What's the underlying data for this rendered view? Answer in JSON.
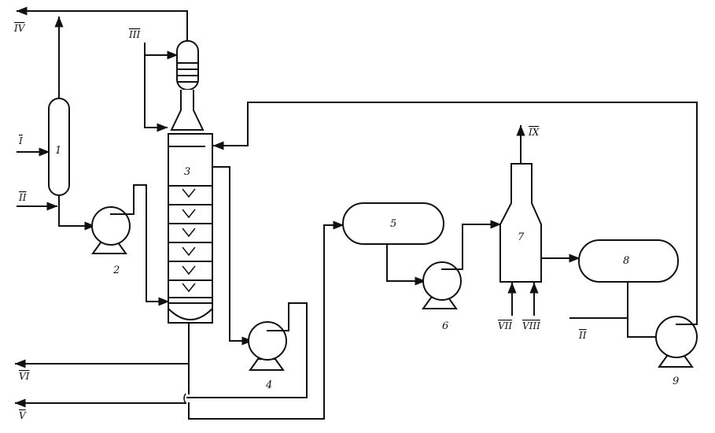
{
  "streams": {
    "I": "I",
    "II": "II",
    "III": "III",
    "IV": "IV",
    "V": "V",
    "VI": "VI",
    "VII": "VII",
    "VIII": "VIII",
    "IX": "IX"
  },
  "units": {
    "u1": "1",
    "u2": "2",
    "u3": "3",
    "u4": "4",
    "u5": "5",
    "u6": "6",
    "u7": "7",
    "u8": "8",
    "u9": "9"
  }
}
